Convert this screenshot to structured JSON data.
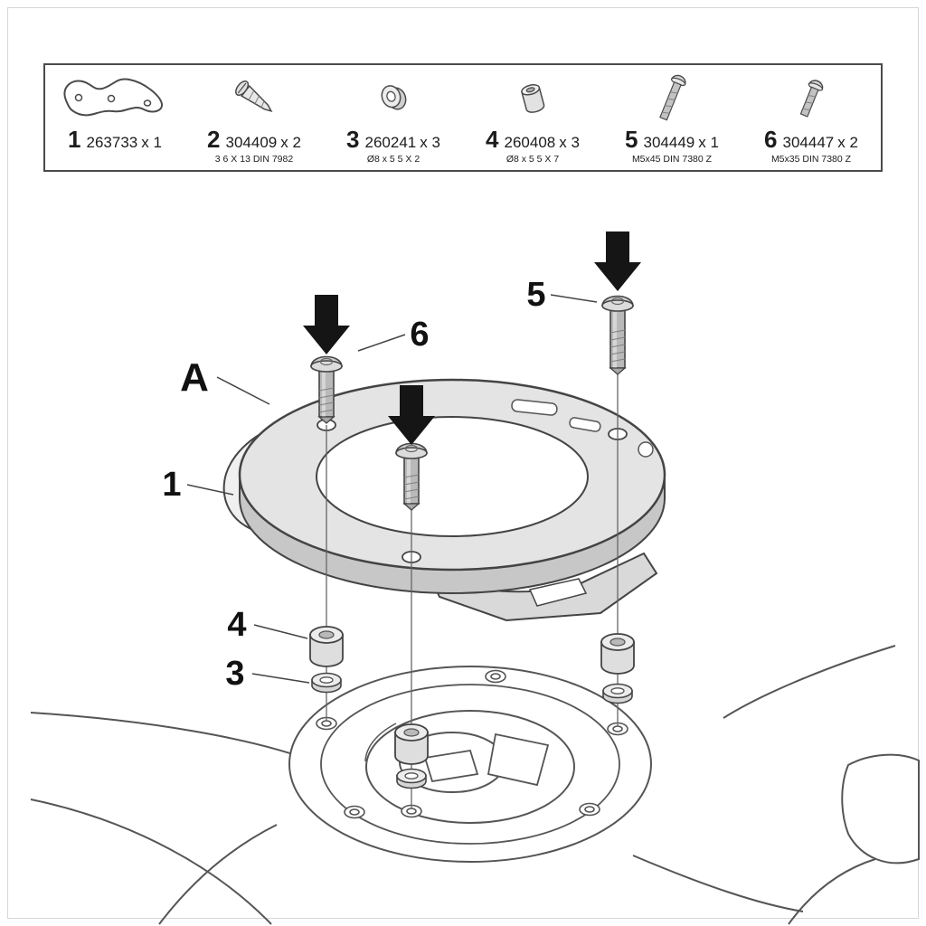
{
  "page": {
    "background": "#ffffff",
    "line_color": "#4a4a4a"
  },
  "parts_list": {
    "items": [
      {
        "num": "1",
        "code": "263733",
        "qty": "x 1",
        "spec": ""
      },
      {
        "num": "2",
        "code": "304409",
        "qty": "x 2",
        "spec": "3 6 X 13 DIN 7982"
      },
      {
        "num": "3",
        "code": "260241",
        "qty": "x 3",
        "spec": "Ø8 x 5 5 X 2"
      },
      {
        "num": "4",
        "code": "260408",
        "qty": "x 3",
        "spec": "Ø8 x 5 5 X 7"
      },
      {
        "num": "5",
        "code": "304449",
        "qty": "x 1",
        "spec": "M5x45 DIN 7380 Z"
      },
      {
        "num": "6",
        "code": "304447",
        "qty": "x 2",
        "spec": "M5x35 DIN 7380 Z"
      }
    ]
  },
  "diagram": {
    "labels": {
      "ring": "A",
      "bracket": "1",
      "washer": "3",
      "spacer": "4",
      "long_bolt": "5",
      "short_bolt": "6"
    }
  }
}
